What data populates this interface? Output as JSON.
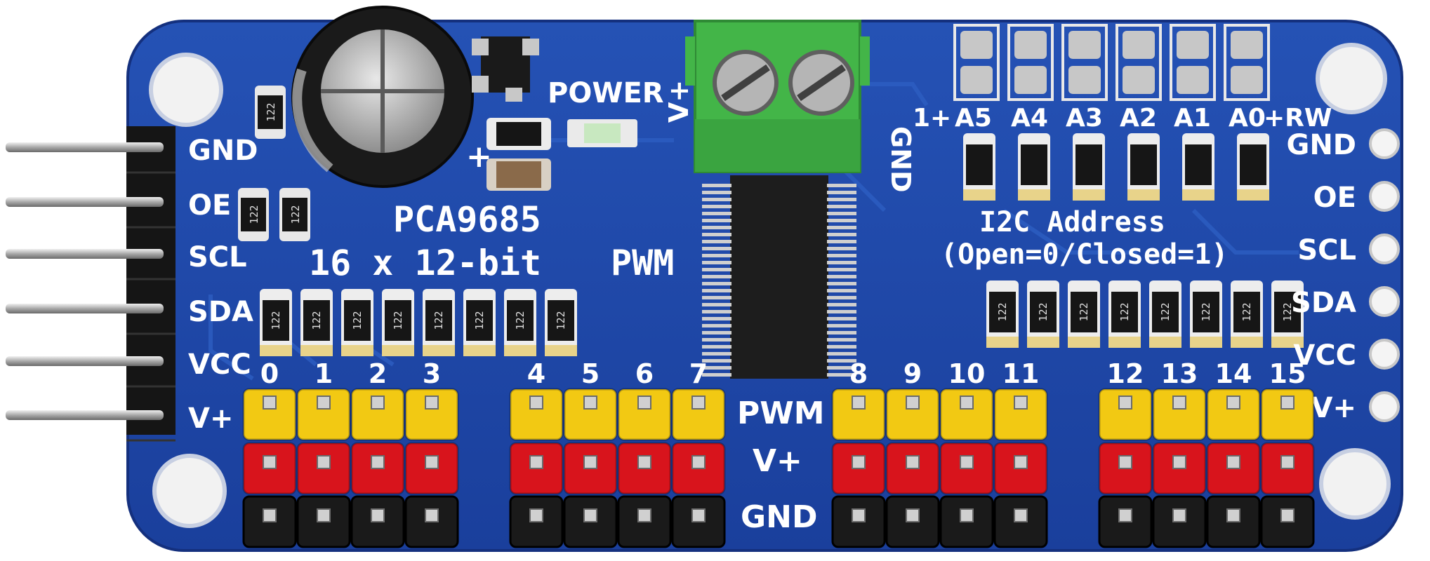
{
  "board": {
    "chip_name": "PCA9685",
    "spec_line": "16 x 12-bit",
    "pwm_label": "PWM",
    "power_label": "POWER",
    "terminal_vplus": "V+",
    "terminal_gnd": "GND",
    "cap_plus": "+",
    "resistor_code": "122"
  },
  "address": {
    "title": "I2C Address",
    "subtitle": "(Open=0/Closed=1)",
    "jumper_labels": [
      "1+",
      "A5",
      "A4",
      "A3",
      "A2",
      "A1",
      "A0",
      "+RW"
    ]
  },
  "left_header": [
    "GND",
    "OE",
    "SCL",
    "SDA",
    "VCC",
    "V+"
  ],
  "right_header": [
    "GND",
    "OE",
    "SCL",
    "SDA",
    "VCC",
    "V+"
  ],
  "channels": [
    "0",
    "1",
    "2",
    "3",
    "4",
    "5",
    "6",
    "7",
    "8",
    "9",
    "10",
    "11",
    "12",
    "13",
    "14",
    "15"
  ],
  "row_labels": [
    "PWM",
    "V+",
    "GND"
  ],
  "colors": {
    "pcb": "#1f47a8",
    "pcb_dark": "#16348a",
    "silkscreen": "#ffffff",
    "pwm_pin": "#f2c913",
    "vplus_pin": "#d8141c",
    "gnd_pin": "#1a1a1a",
    "terminal": "#43b548"
  }
}
